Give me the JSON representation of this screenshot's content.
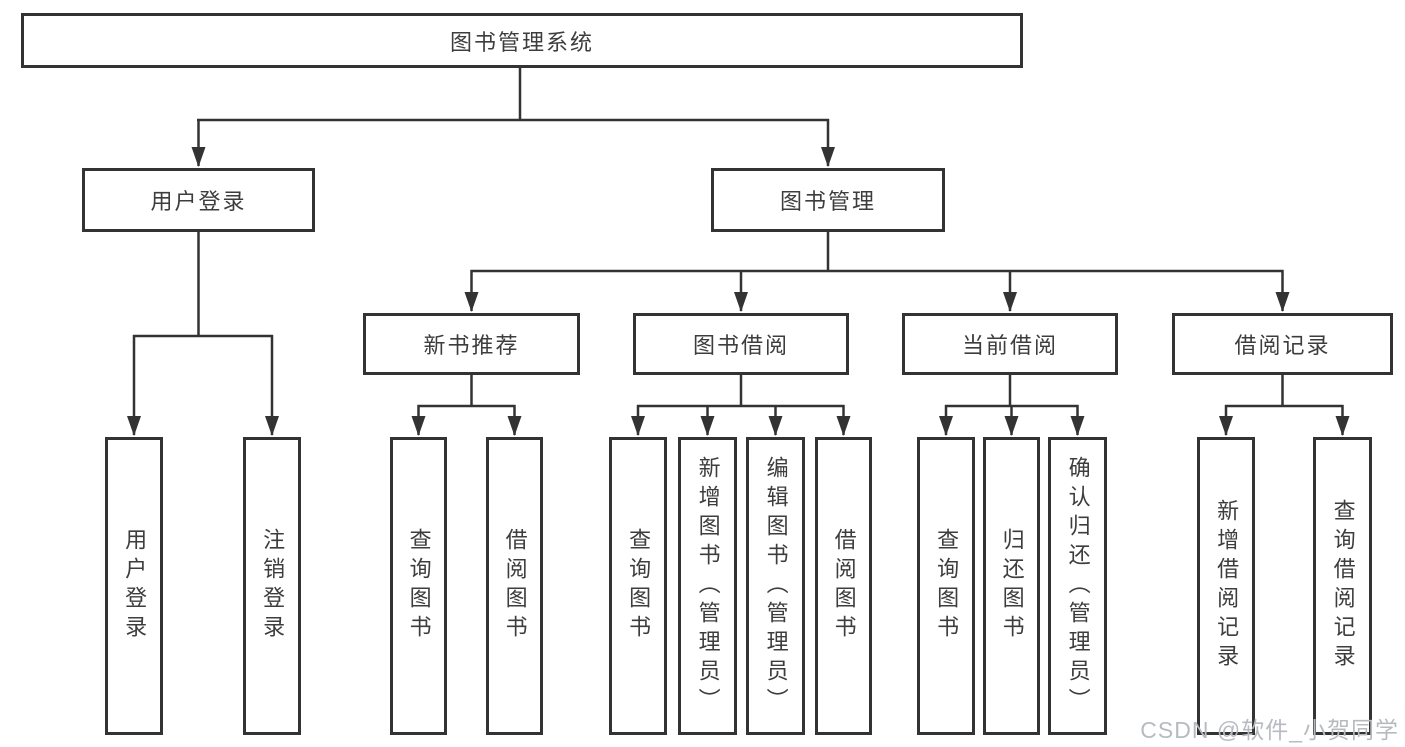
{
  "tree": {
    "root": "图书管理系统",
    "branches": [
      {
        "label": "用户登录",
        "children": [
          "用户登录",
          "注销登录"
        ]
      },
      {
        "label": "图书管理",
        "groups": [
          {
            "label": "新书推荐",
            "children": [
              "查询图书",
              "借阅图书"
            ]
          },
          {
            "label": "图书借阅",
            "children": [
              "查询图书",
              "新增图书（管理员）",
              "编辑图书（管理员）",
              "借阅图书"
            ]
          },
          {
            "label": "当前借阅",
            "children": [
              "查询图书",
              "归还图书",
              "确认归还（管理员）"
            ]
          },
          {
            "label": "借阅记录",
            "children": [
              "新增借阅记录",
              "查询借阅记录"
            ]
          }
        ]
      }
    ]
  },
  "watermark": "CSDN @软件_小贺同学",
  "colors": {
    "line": "#333333",
    "text": "#3d3d3d",
    "watermark": "#b7bbc0",
    "background": "#ffffff"
  }
}
